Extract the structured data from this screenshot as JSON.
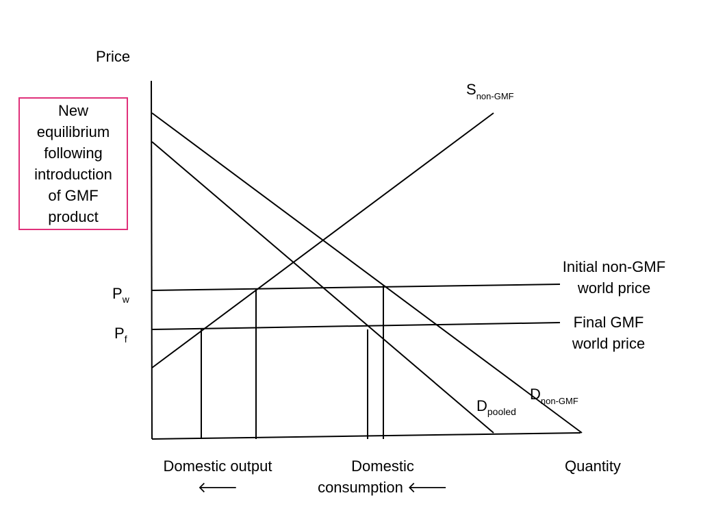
{
  "axes": {
    "y_label": "Price",
    "x_label": "Quantity"
  },
  "note": {
    "lines": [
      "New",
      "equilibrium",
      "following",
      "introduction",
      "of GMF",
      "product"
    ],
    "border_color": "#e0307a"
  },
  "curves": {
    "supply": {
      "main": "S",
      "sub": "non-GMF"
    },
    "demand_non_gmf": {
      "main": "D",
      "sub": "non-GMF"
    },
    "demand_pooled": {
      "main": "D",
      "sub": "pooled"
    }
  },
  "prices": {
    "world": {
      "main": "P",
      "sub": "w",
      "label_line1": "Initial non-GMF",
      "label_line2": "world price"
    },
    "final": {
      "main": "P",
      "sub": "f",
      "label_line1": "Final GMF",
      "label_line2": "world price"
    }
  },
  "quantities": {
    "domestic_output": {
      "line1": "Domestic output",
      "line2": "🡐"
    },
    "domestic_consumption": {
      "line1": "Domestic",
      "line2": "consumption 🡐"
    }
  }
}
